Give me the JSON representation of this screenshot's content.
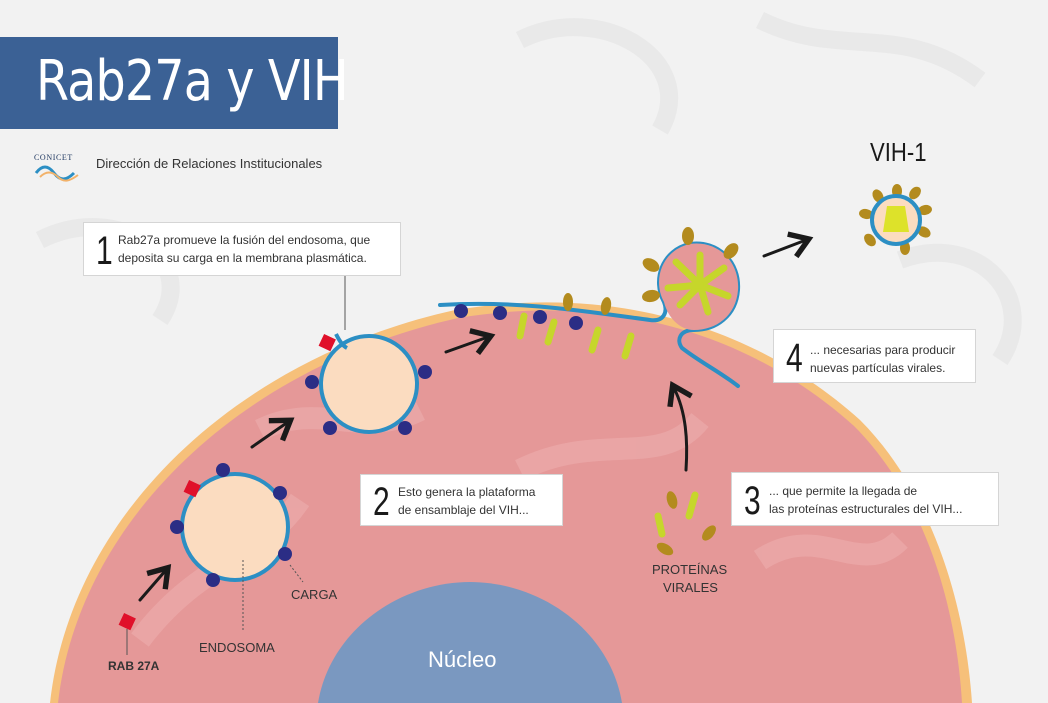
{
  "header": {
    "title": "Rab27a y VIH",
    "org_logo_text": "CONICET",
    "org_name": "Dirección de Relaciones Institucionales"
  },
  "colors": {
    "title_bar": "#3b6195",
    "cell": "#e59898",
    "membrane": "#2c8fc4",
    "cell_edge": "#f2b26a",
    "endosome_fill": "#fbdcc0",
    "cargo": "#2b2d85",
    "rab27a": "#e0102a",
    "viral_protein_yellow": "#c6d62b",
    "viral_protein_gold": "#b38b1e",
    "nucleus": "#7a98c0"
  },
  "callouts": [
    {
      "number": "1",
      "lines": [
        "Rab27a promueve la fusión del endosoma, que",
        "deposita su carga en la membrana plasmática."
      ]
    },
    {
      "number": "2",
      "lines": [
        "Esto genera la plataforma",
        "de ensamblaje del VIH..."
      ]
    },
    {
      "number": "3",
      "lines": [
        "... que permite la llegada de",
        "las proteínas estructurales del VIH..."
      ]
    },
    {
      "number": "4",
      "lines": [
        "... necesarias para producir",
        "nuevas partículas virales."
      ]
    }
  ],
  "labels": {
    "rab27a": "RAB 27A",
    "endosome": "ENDOSOMA",
    "cargo": "CARGA",
    "viral_proteins_line1": "PROTEÍNAS",
    "viral_proteins_line2": "VIRALES",
    "nucleus": "Núcleo",
    "virus": "VIH-1"
  }
}
